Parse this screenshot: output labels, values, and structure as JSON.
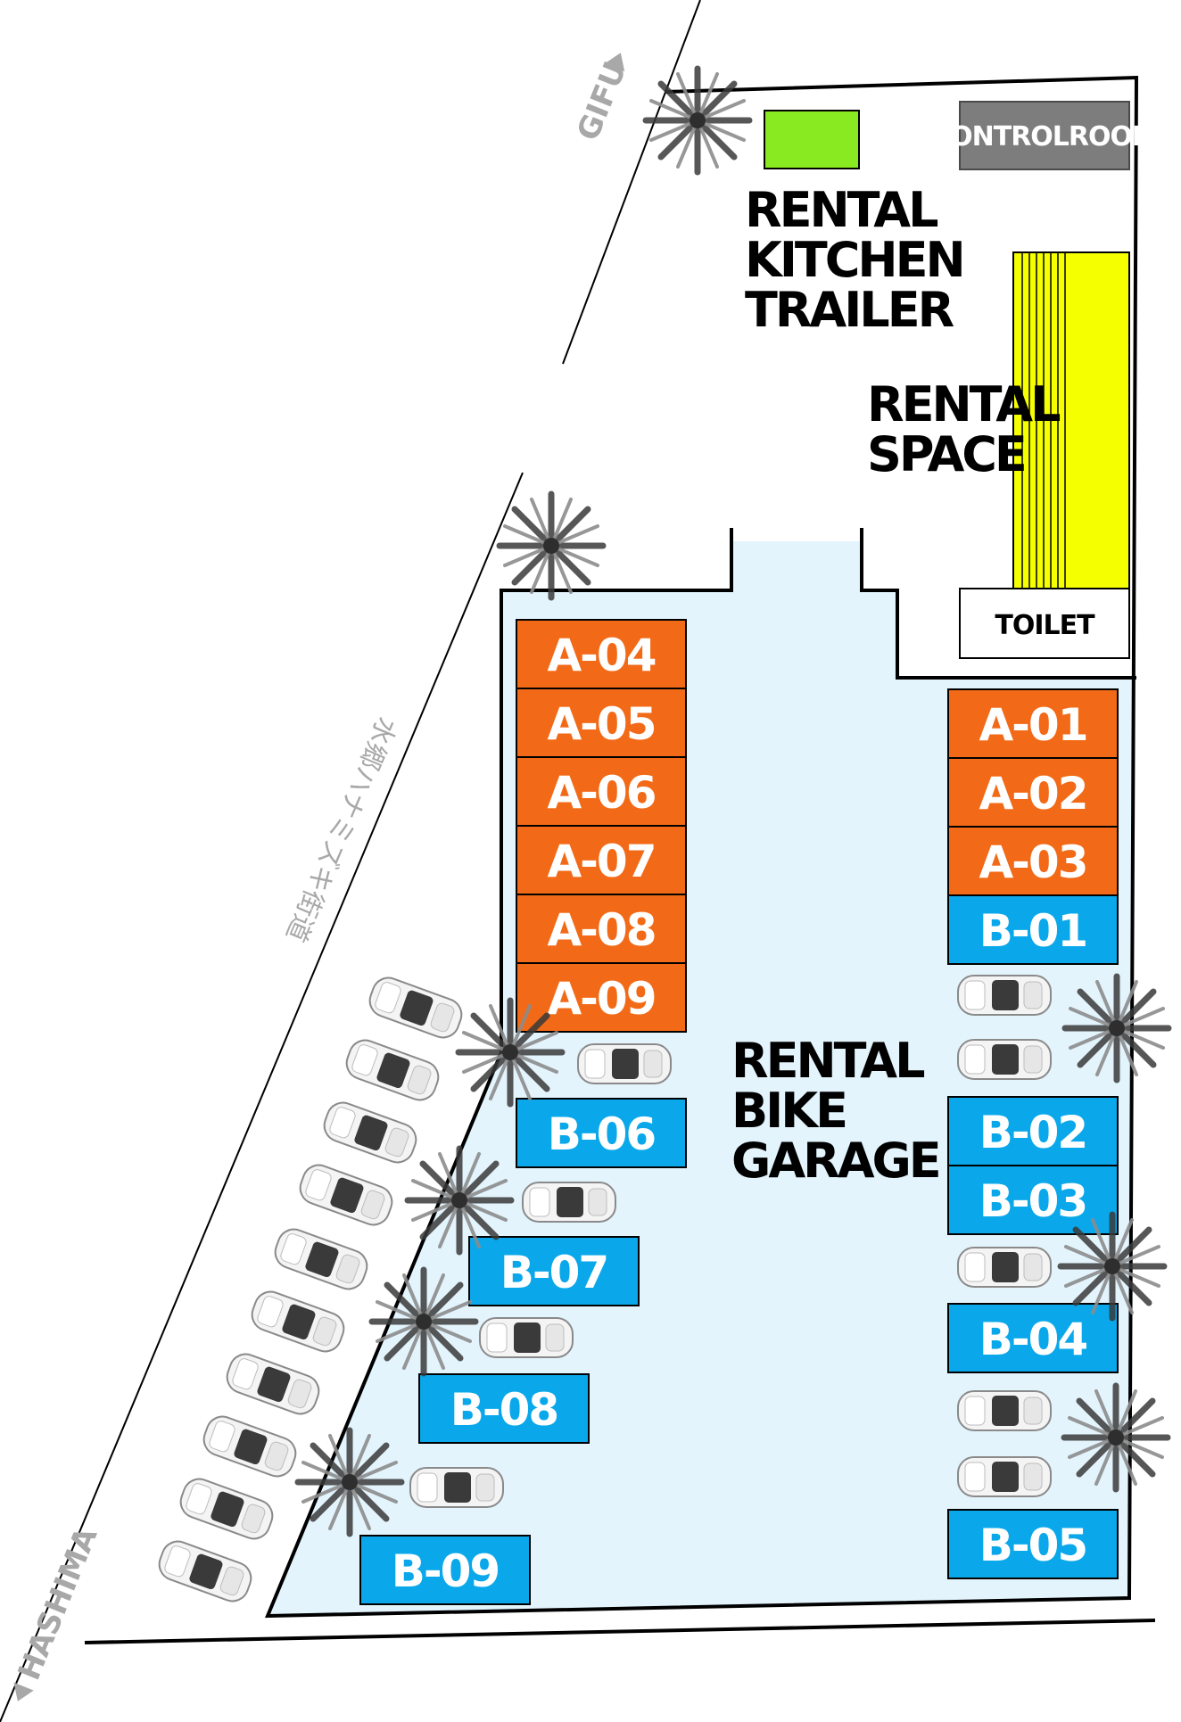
{
  "areas": {
    "kitchen_trailer": [
      "RENTAL",
      "KITCHEN",
      "TRAILER"
    ],
    "rental_space": [
      "RENTAL",
      "SPACE"
    ],
    "bike_garage": [
      "RENTAL",
      "BIKE",
      "GARAGE"
    ],
    "control_room": "CONTROLROOM",
    "toilet": "TOILET"
  },
  "roads": {
    "gifu": "GIFU",
    "hashima": "HASHIMA",
    "street_name": "水郷ハナミズキ街道"
  },
  "stalls": {
    "a_left": [
      "A-04",
      "A-05",
      "A-06",
      "A-07",
      "A-08",
      "A-09"
    ],
    "a_right": [
      "A-01",
      "A-02",
      "A-03"
    ],
    "b_right": [
      "B-01",
      "B-02",
      "B-03",
      "B-04",
      "B-05"
    ],
    "b_left": [
      "B-06",
      "B-07",
      "B-08",
      "B-09"
    ]
  },
  "colors": {
    "zone_a": "#f26a17",
    "zone_b": "#0aa8ea",
    "kitchen": "#8aea21",
    "rental_space": "#f6ff00",
    "control_room": "#7d7d7d",
    "garage_floor": "#e3f4fd"
  },
  "icons": [
    "palm-tree-icon",
    "parked-car-icon",
    "arrow-right-icon",
    "arrow-left-icon"
  ]
}
